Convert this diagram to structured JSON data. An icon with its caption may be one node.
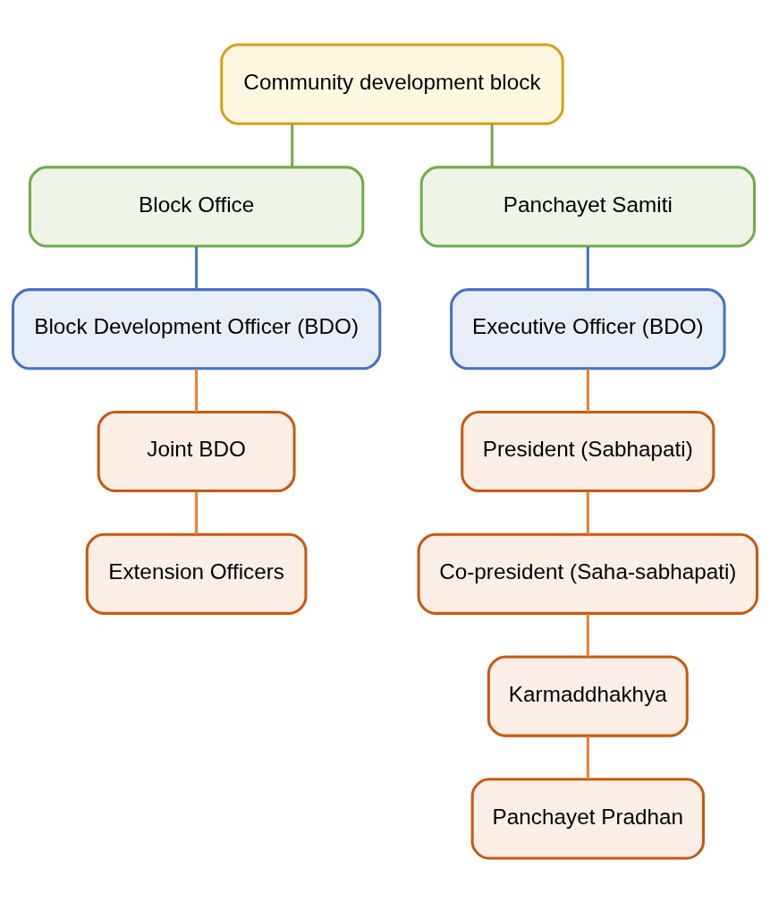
{
  "diagram": {
    "nodes": [
      {
        "text": [
          "Community development block"
        ]
      },
      {
        "text": [
          "Block Office"
        ]
      },
      {
        "text": [
          "Panchayet Samiti"
        ]
      },
      {
        "text": [
          "Block Development Officer (BDO)"
        ]
      },
      {
        "text": [
          "Executive Officer (BDO)"
        ]
      },
      {
        "text": [
          "Joint BDO"
        ]
      },
      {
        "text": [
          "Extension Officers"
        ]
      },
      {
        "text": [
          "President (Sabhapati)"
        ]
      },
      {
        "text": [
          "Co-president (Saha-sabhapati)"
        ]
      },
      {
        "text": [
          "Karmaddhakhya"
        ]
      },
      {
        "text": [
          "Panchayet Pradhan"
        ]
      }
    ],
    "edges": [
      {
        "from": 0,
        "to": 1,
        "arrow": "none",
        "color": "#70ad47"
      },
      {
        "from": 0,
        "to": 2,
        "arrow": "none",
        "color": "#70ad47"
      },
      {
        "from": 1,
        "to": 3,
        "arrow": "none",
        "color": "#4472c4"
      },
      {
        "from": 3,
        "to": 5,
        "arrow": "none"
      },
      {
        "from": 5,
        "to": 6,
        "arrow": "none"
      },
      {
        "from": 2,
        "to": 4,
        "arrow": "none",
        "color": "#4472c4"
      },
      {
        "from": 4,
        "to": 7,
        "arrow": "none"
      },
      {
        "from": 7,
        "to": 8,
        "arrow": "none"
      },
      {
        "from": 8,
        "to": 9,
        "arrow": "none"
      },
      {
        "from": 9,
        "to": 10,
        "arrow": "none"
      }
    ]
  }
}
